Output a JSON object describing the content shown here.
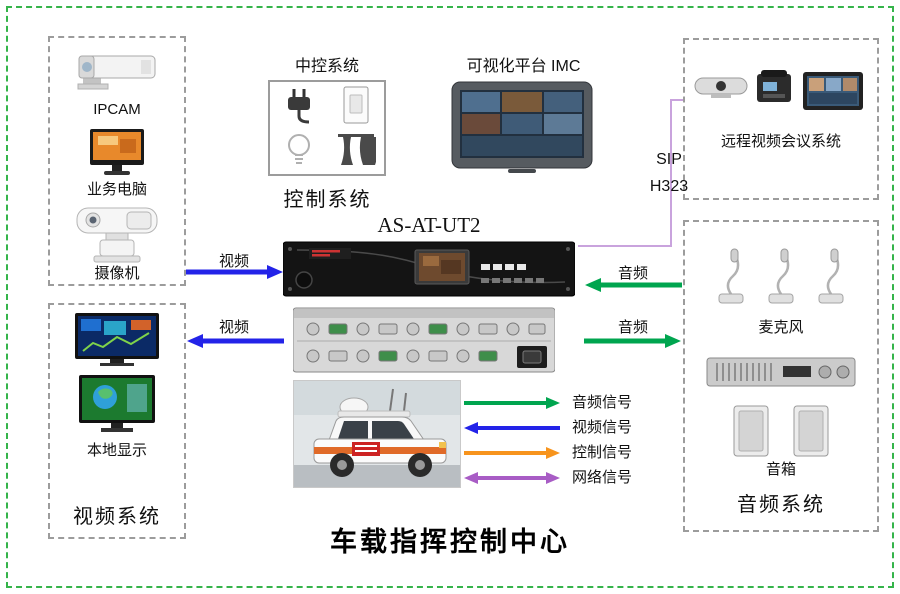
{
  "title": "车载指挥控制中心",
  "video_sources": {
    "ipcam_label": "IPCAM",
    "pc_label": "业务电脑",
    "camera_label": "摄像机"
  },
  "video_display": {
    "local_label": "本地显示",
    "system_label": "视频系统"
  },
  "control": {
    "header": "中控系统",
    "footer": "控制系统"
  },
  "imc": {
    "header": "可视化平台 IMC"
  },
  "conference": {
    "system_label": "远程视频会议系统",
    "protocol_line1": "SIP",
    "protocol_line2": "H323"
  },
  "audio": {
    "mic_label": "麦克风",
    "speaker_label": "音箱",
    "system_label": "音频系统"
  },
  "central_device": {
    "model": "AS-AT-UT2"
  },
  "flows": {
    "video_in_label": "视频",
    "video_out_label": "视频",
    "audio_in_label": "音频",
    "audio_out_label": "音频"
  },
  "legend": {
    "items": [
      {
        "label": "音频信号",
        "color": "#00a54f",
        "direction": "right"
      },
      {
        "label": "视频信号",
        "color": "#2323e8",
        "direction": "left"
      },
      {
        "label": "控制信号",
        "color": "#f7941d",
        "direction": "right"
      },
      {
        "label": "网络信号",
        "color": "#a85cc5",
        "direction": "both"
      }
    ]
  },
  "colors": {
    "outer_border": "#35b44a",
    "inner_box_border": "#9c9c9c",
    "audio_signal": "#00a54f",
    "video_signal": "#2323e8",
    "control_signal": "#f7941d",
    "network_signal": "#a85cc5"
  }
}
